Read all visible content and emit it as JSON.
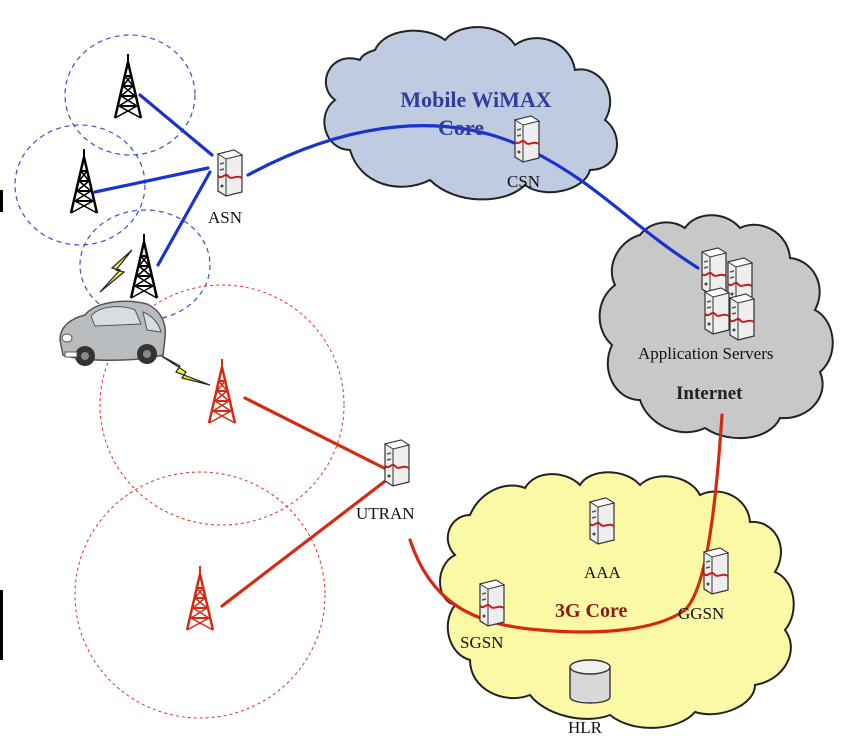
{
  "labels": {
    "wimax_core_line1": "Mobile WiMAX",
    "wimax_core_line2": "Core",
    "csn": "CSN",
    "asn": "ASN",
    "app_servers": "Application Servers",
    "internet": "Internet",
    "utran": "UTRAN",
    "aaa": "AAA",
    "ggsn": "GGSN",
    "sgsn": "SGSN",
    "core_3g": "3G Core",
    "hlr": "HLR"
  },
  "colors": {
    "wimax_link": "#1a33cc",
    "umts_link": "#d42a14",
    "wimax_cloud": "#bfcbe0",
    "internet_cloud": "#c8c8c8",
    "core3g_cloud": "#fbf8a6",
    "wimax_title": "#2e3e9e",
    "core3g_title": "#8c1a10"
  },
  "icons": [
    "tower-icon",
    "server-icon",
    "car-icon",
    "lightning-icon",
    "database-icon"
  ]
}
